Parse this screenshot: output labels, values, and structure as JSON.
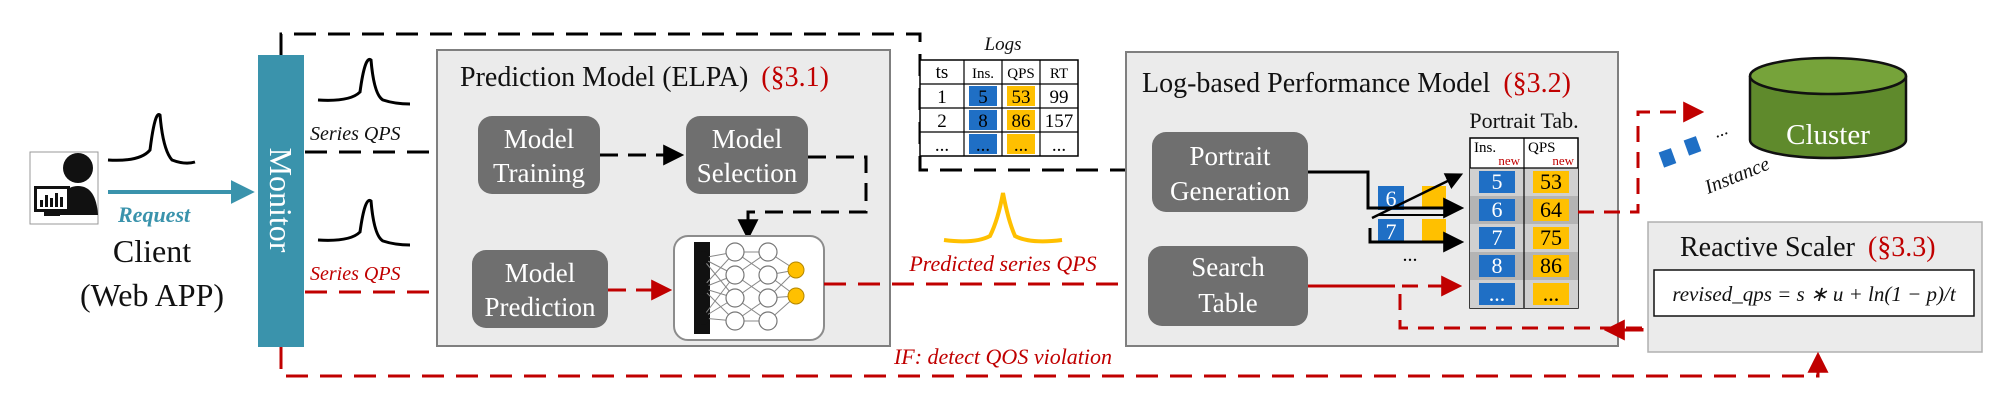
{
  "client": {
    "request_label": "Request",
    "client_line1": "Client",
    "client_line2": "(Web APP)"
  },
  "monitor": {
    "label": "Monitor"
  },
  "series_qps_top": "Series QPS",
  "series_qps_bottom": "Series QPS",
  "prediction_model": {
    "title": "Prediction Model (ELPA)",
    "ref": "(§3.1)",
    "model_training": [
      "Model",
      "Training"
    ],
    "model_selection": [
      "Model",
      "Selection"
    ],
    "model_prediction": [
      "Model",
      "Prediction"
    ]
  },
  "logs": {
    "title": "Logs",
    "headers": [
      "ts",
      "Ins.",
      "QPS",
      "RT"
    ],
    "rows": [
      [
        "1",
        "5",
        "53",
        "99"
      ],
      [
        "2",
        "8",
        "86",
        "157"
      ],
      [
        "...",
        "...",
        "...",
        "..."
      ]
    ]
  },
  "predicted_series": "Predicted series QPS",
  "perf_model": {
    "title": "Log-based Performance Model",
    "ref": "(§3.2)",
    "portrait_generation": [
      "Portrait",
      "Generation"
    ],
    "search_table": [
      "Search",
      "Table"
    ],
    "mini_labels": [
      "6",
      "7",
      "..."
    ]
  },
  "portrait_table": {
    "title": "Portrait Tab.",
    "headers": [
      "Ins.",
      "QPS"
    ],
    "header_sub": "new",
    "rows": [
      [
        "5",
        "53"
      ],
      [
        "6",
        "64"
      ],
      [
        "7",
        "75"
      ],
      [
        "8",
        "86"
      ],
      [
        "...",
        "..."
      ]
    ]
  },
  "cluster": {
    "label": "Cluster",
    "instance_label": "Instance",
    "dots": "..."
  },
  "reactive_scaler": {
    "title": "Reactive Scaler",
    "ref": "(§3.3)",
    "formula": "revised_qps = s ∗ u + ln(1 − p)/t"
  },
  "violation_label": "IF: detect QOS violation",
  "colors": {
    "monitor": "#3a93ac",
    "request_arrow": "#3a93ac",
    "gray_box": "#6f6f6f",
    "panel": "#ebebeb",
    "dark_red": "#c00000",
    "blue_cell": "#1f6fc5",
    "yellow_cell": "#ffc000",
    "cluster_green": "#5f8a2c"
  }
}
